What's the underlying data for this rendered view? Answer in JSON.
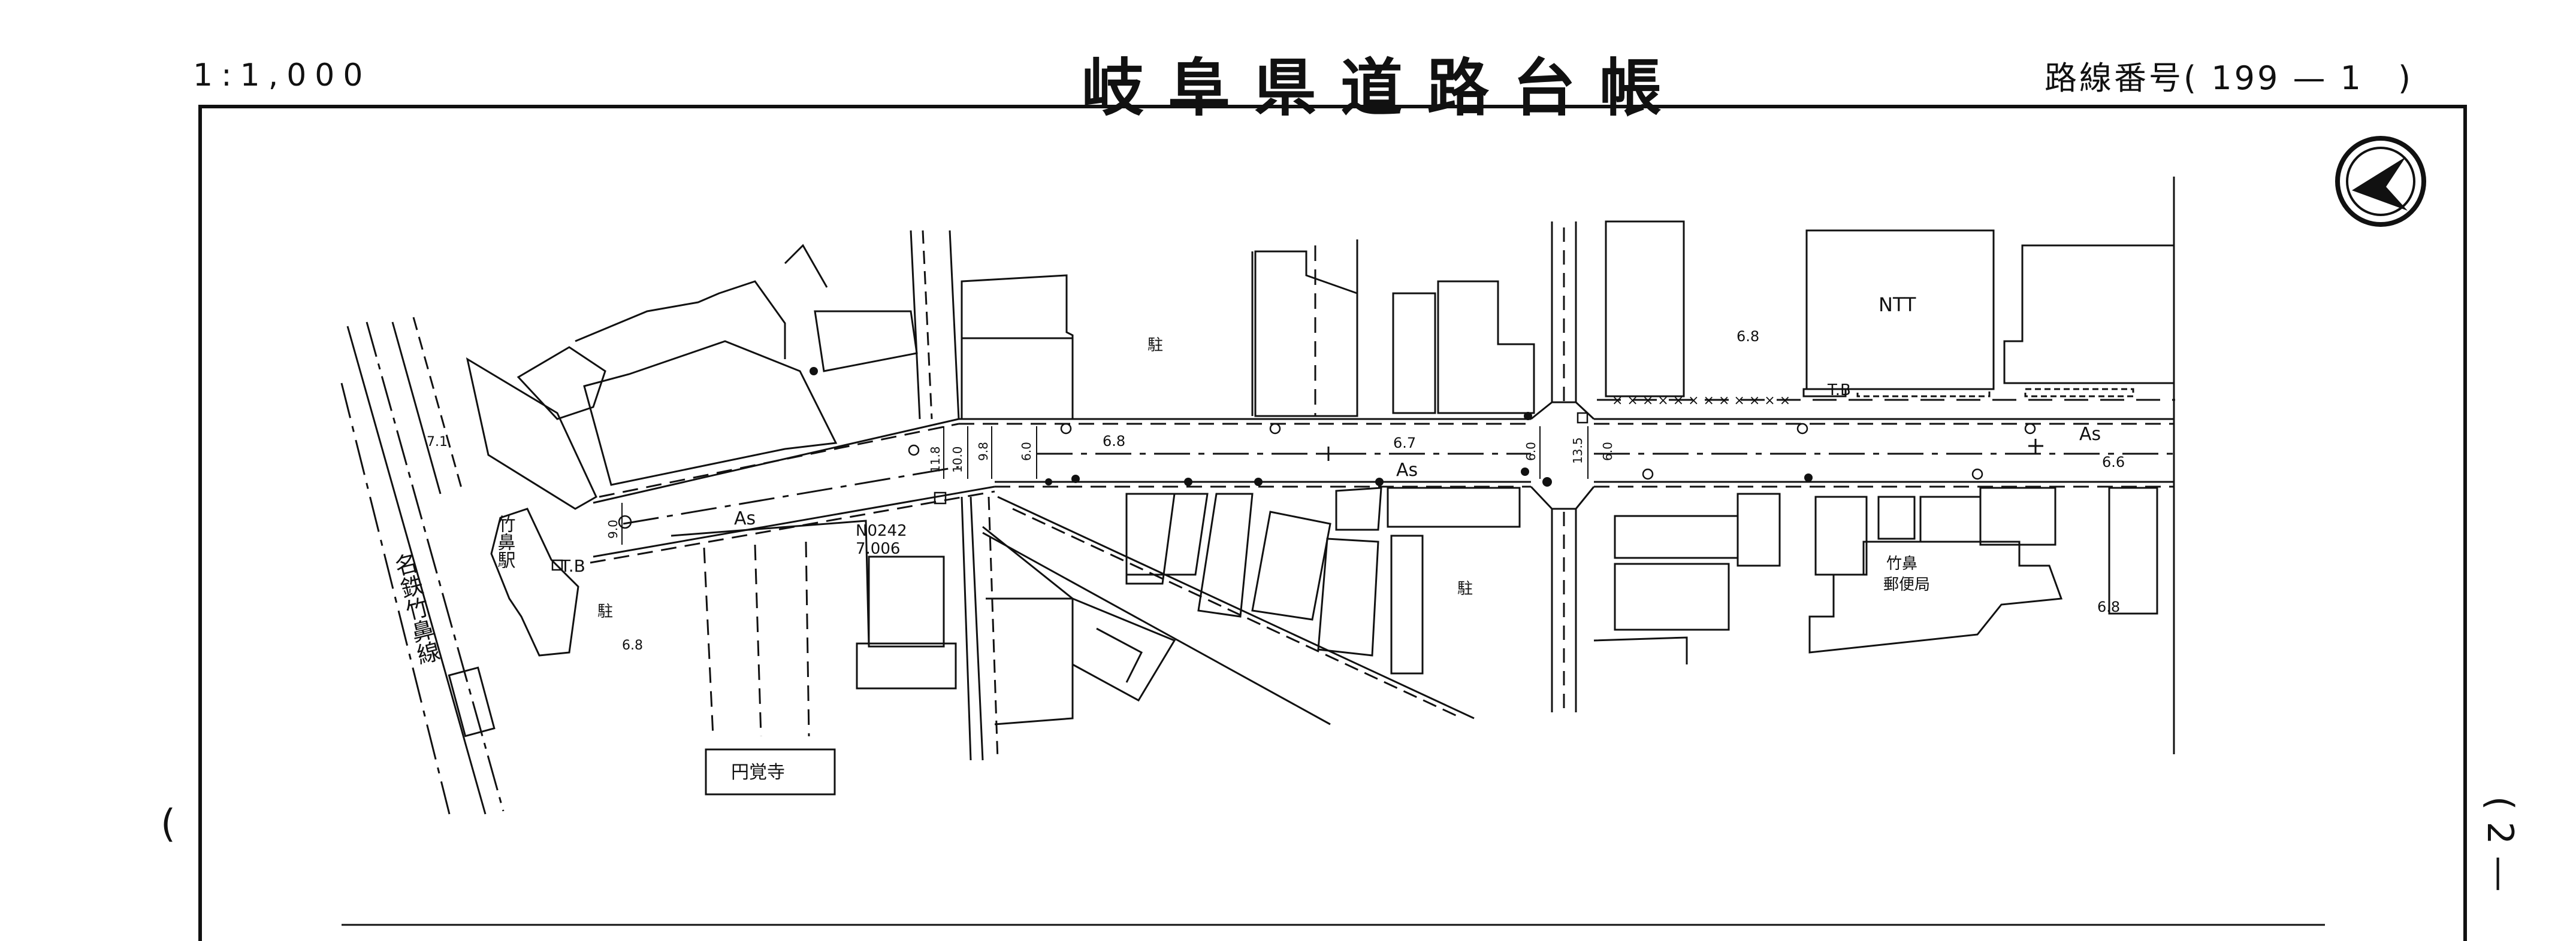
{
  "header": {
    "scale": "1:1,000",
    "title": "岐阜県道路台帳",
    "route_number_label": "路線番号( 199 — 1　)"
  },
  "map": {
    "surface_label": "As",
    "terminal_box_label": "T.B",
    "buildings": {
      "ntt": "NTT",
      "station_name": "竹鼻駅",
      "railway_name": "名鉄竹鼻線",
      "post_office_line1": "竹鼻",
      "post_office_line2": "郵便局",
      "temple": "円覚寺"
    },
    "benchmark": {
      "code": "N0242",
      "elevation": "7.006"
    },
    "spot_heights": [
      "7.1",
      "6.8",
      "6.8",
      "6.7",
      "6.8",
      "6.6",
      "6.8"
    ],
    "widths": [
      "9.0",
      "11.8",
      "10.0",
      "9.8",
      "6.0",
      "6.0",
      "13.5",
      "6.0"
    ],
    "parking_symbol": "駐"
  },
  "margin": {
    "left_mark": "(",
    "right_mark": "(\n2\n—"
  }
}
